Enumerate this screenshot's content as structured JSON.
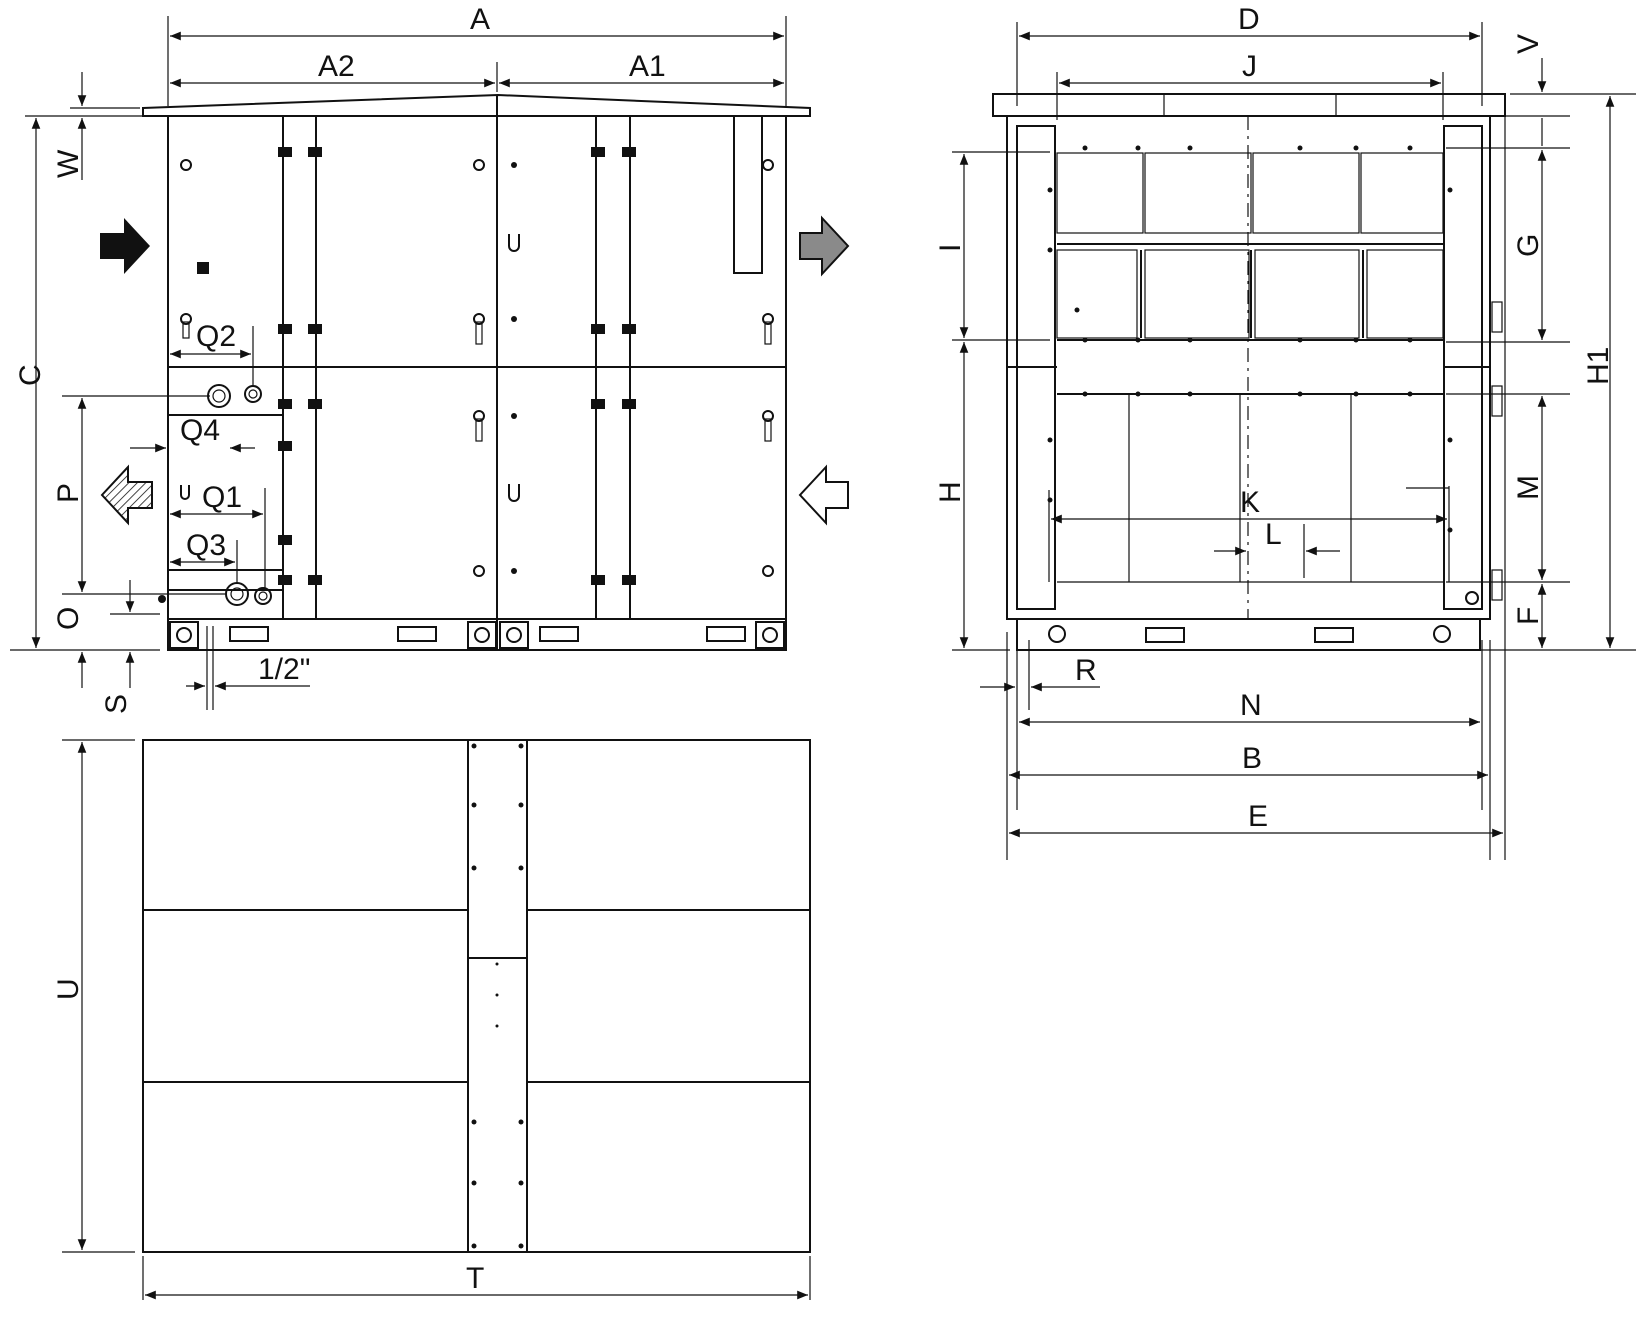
{
  "colors": {
    "line": "#111111",
    "arrow_solid": "#111111",
    "arrow_grey": "#8a8a8a",
    "background": "#ffffff"
  },
  "labels": {
    "A": "A",
    "A1": "A1",
    "A2": "A2",
    "W": "W",
    "C": "C",
    "P": "P",
    "O": "O",
    "S": "S",
    "Q1": "Q1",
    "Q2": "Q2",
    "Q3": "Q3",
    "Q4": "Q4",
    "half_inch": "1/2\"",
    "D": "D",
    "J": "J",
    "V": "V",
    "G": "G",
    "H1": "H1",
    "I": "I",
    "H": "H",
    "M": "M",
    "F": "F",
    "K": "K",
    "L": "L",
    "R": "R",
    "N": "N",
    "B": "B",
    "E": "E",
    "U": "U",
    "T": "T"
  },
  "icons": {
    "supply_in": "arrow-right-solid-icon",
    "supply_out": "arrow-right-grey-icon",
    "exhaust_out": "arrow-left-hatched-icon",
    "extract_in": "arrow-left-outline-icon"
  }
}
